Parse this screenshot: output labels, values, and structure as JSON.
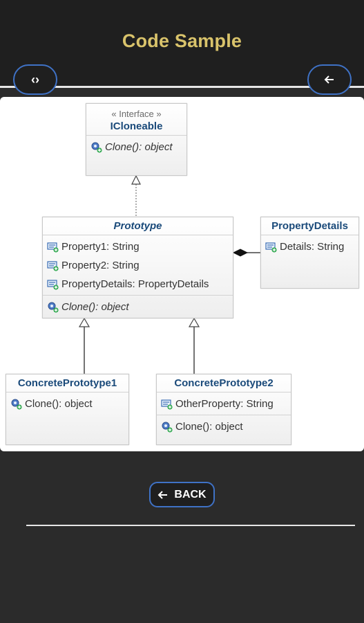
{
  "header": {
    "title": "Code Sample"
  },
  "nav": {
    "code_icon": "code-icon",
    "back_icon": "arrow-left-icon"
  },
  "diagram": {
    "icloneable": {
      "stereotype": "« Interface »",
      "name": "ICloneable",
      "methods": [
        "Clone(): object"
      ]
    },
    "prototype": {
      "name": "Prototype",
      "properties": [
        "Property1: String",
        "Property2: String",
        "PropertyDetails: PropertyDetails"
      ],
      "methods": [
        "Clone(): object"
      ]
    },
    "property_details": {
      "name": "PropertyDetails",
      "properties": [
        "Details: String"
      ]
    },
    "concrete1": {
      "name": "ConcretePrototype1",
      "methods": [
        "Clone(): object"
      ]
    },
    "concrete2": {
      "name": "ConcretePrototype2",
      "properties": [
        "OtherProperty: String"
      ],
      "methods": [
        "Clone(): object"
      ]
    }
  },
  "footer": {
    "back_label": "BACK"
  },
  "colors": {
    "title": "#d9c36b",
    "accent": "#3f72c6",
    "class_name": "#1a4a7a"
  }
}
